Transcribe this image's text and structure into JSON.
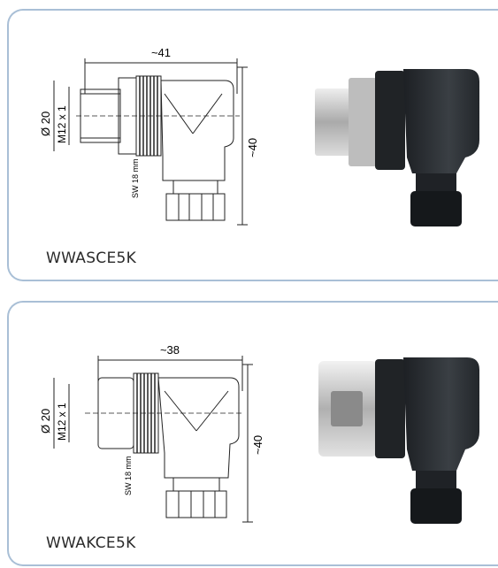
{
  "products": [
    {
      "caption": "WWASCE5K",
      "dims": {
        "width": "~41",
        "height": "~40",
        "diameter": "Ø 20",
        "thread": "M12 x 1",
        "wrench": "SW 18 mm"
      },
      "photo_desc": "right-angle M12 connector with male metal insert"
    },
    {
      "caption": "WWAKCE5K",
      "dims": {
        "width": "~38",
        "height": "~40",
        "diameter": "Ø 20",
        "thread": "M12 x 1",
        "wrench": "SW 18 mm"
      },
      "photo_desc": "right-angle M12 connector with female metal coupling nut"
    }
  ],
  "colors": {
    "border": "#a9bfd6",
    "body": "#2b2f33",
    "metal": "#c8c8c8"
  }
}
